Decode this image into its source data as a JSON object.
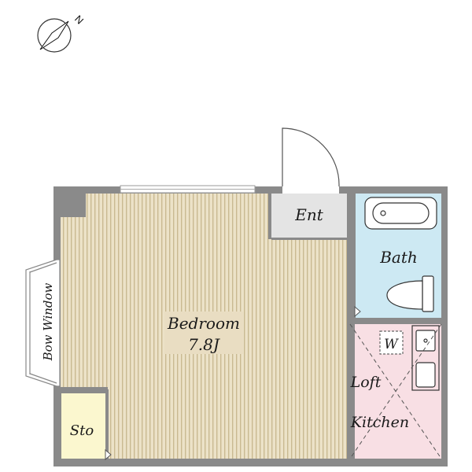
{
  "compass": {
    "letter": "N"
  },
  "rooms": {
    "bedroom": {
      "name": "Bedroom",
      "size": "7.8J"
    },
    "entrance": {
      "name": "Ent"
    },
    "bath": {
      "name": "Bath"
    },
    "bow_window": {
      "name": "Bow Window"
    },
    "storage": {
      "name": "Sto"
    },
    "washer": {
      "name": "W"
    },
    "loft": {
      "name": "Loft"
    },
    "kitchen": {
      "name": "Kitchen"
    }
  },
  "colors": {
    "wall": "#8a8a8a",
    "bedroom_floor": "#ece2c8",
    "bedroom_stripe": "#c9b991",
    "entrance_floor": "#e4e4e4",
    "bath_floor": "#cde9f3",
    "kitchen_floor": "#f8dfe4",
    "storage_floor": "#fbf7cf",
    "label_box": "#e9ddc2"
  }
}
